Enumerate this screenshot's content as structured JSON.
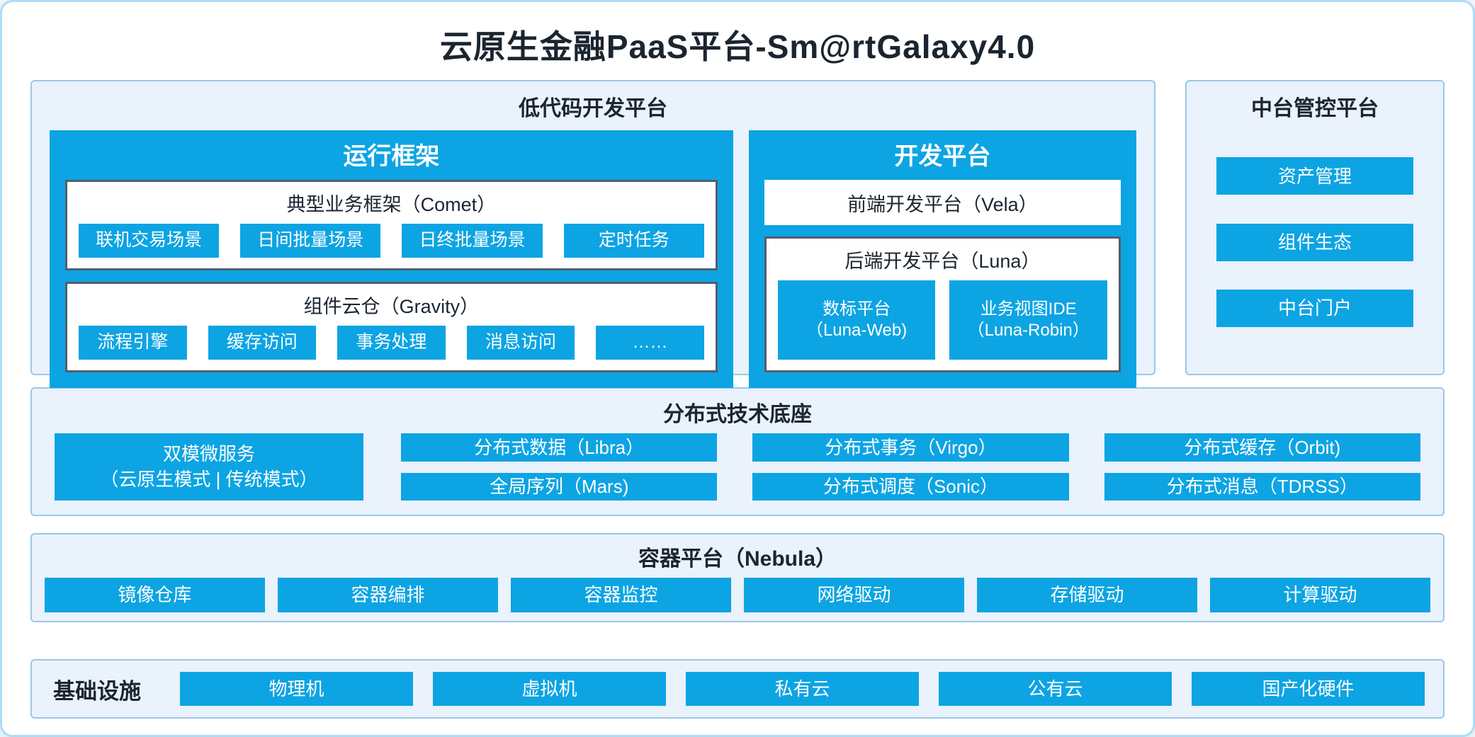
{
  "title": "云原生金融PaaS平台-Sm@rtGalaxy4.0",
  "colors": {
    "accent_blue": "#0da4e3",
    "panel_background": "#eaf2fb",
    "panel_border": "#9cc7e8",
    "inner_dark_border": "#535e6b",
    "title_text": "#1b2530"
  },
  "low_code": {
    "title": "低代码开发平台",
    "runtime": {
      "title": "运行框架",
      "comet": {
        "title": "典型业务框架（Comet）",
        "items": [
          "联机交易场景",
          "日间批量场景",
          "日终批量场景",
          "定时任务"
        ]
      },
      "gravity": {
        "title": "组件云仓（Gravity）",
        "items": [
          "流程引擎",
          "缓存访问",
          "事务处理",
          "消息访问",
          "……"
        ]
      }
    },
    "dev": {
      "title": "开发平台",
      "vela": "前端开发平台（Vela）",
      "luna": {
        "title": "后端开发平台（Luna）",
        "items": [
          {
            "line1": "数标平台",
            "line2": "（Luna-Web)"
          },
          {
            "line1": "业务视图IDE",
            "line2": "（Luna-Robin）"
          }
        ]
      }
    }
  },
  "middle_platform": {
    "title": "中台管控平台",
    "items": [
      "资产管理",
      "组件生态",
      "中台门户"
    ]
  },
  "distributed": {
    "title": "分布式技术底座",
    "dual_mode": {
      "line1": "双模微服务",
      "line2": "（云原生模式 | 传统模式）"
    },
    "row1": [
      "分布式数据（Libra）",
      "分布式事务（Virgo）",
      "分布式缓存（Orbit)"
    ],
    "row2": [
      "全局序列（Mars)",
      "分布式调度（Sonic）",
      "分布式消息（TDRSS）"
    ]
  },
  "container_platform": {
    "title": "容器平台（Nebula）",
    "items": [
      "镜像仓库",
      "容器编排",
      "容器监控",
      "网络驱动",
      "存储驱动",
      "计算驱动"
    ]
  },
  "infrastructure": {
    "title": "基础设施",
    "items": [
      "物理机",
      "虚拟机",
      "私有云",
      "公有云",
      "国产化硬件"
    ]
  }
}
